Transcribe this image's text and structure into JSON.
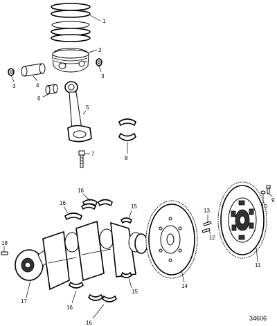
{
  "callouts": {
    "c1": "1",
    "c2": "2",
    "c3a": "3",
    "c3b": "3",
    "c4": "4",
    "c5": "5",
    "c6": "6",
    "c7": "7",
    "c8": "8",
    "c9": "9",
    "c10": "10",
    "c11": "11",
    "c12": "12",
    "c13": "13",
    "c14": "14",
    "c15a": "15",
    "c15b": "15",
    "c16a": "16",
    "c16b": "16",
    "c16c": "16",
    "c16d": "16",
    "c17": "17",
    "c18": "18"
  },
  "figure_number": "34606"
}
